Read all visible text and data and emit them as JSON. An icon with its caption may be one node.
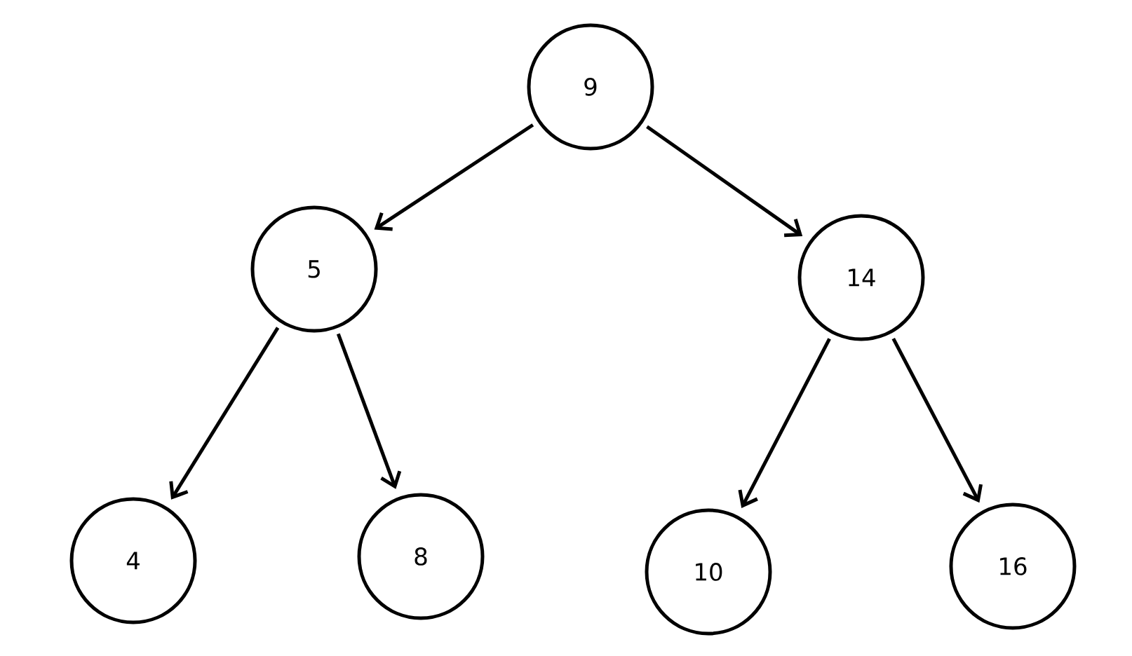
{
  "diagram": {
    "nodes": [
      {
        "text": [
          "9"
        ]
      },
      {
        "text": [
          "5"
        ]
      },
      {
        "text": [
          "14"
        ]
      },
      {
        "text": [
          "4"
        ]
      },
      {
        "text": [
          "8"
        ]
      },
      {
        "text": [
          "10"
        ]
      },
      {
        "text": [
          "16"
        ]
      }
    ],
    "edges": [
      {
        "from": 0,
        "to": 1,
        "arrow": "to"
      },
      {
        "from": 0,
        "to": 2,
        "arrow": "to"
      },
      {
        "from": 1,
        "to": 3,
        "arrow": "to"
      },
      {
        "from": 1,
        "to": 4,
        "arrow": "to"
      },
      {
        "from": 2,
        "to": 5,
        "arrow": "to"
      },
      {
        "from": 2,
        "to": 6,
        "arrow": "to"
      }
    ]
  }
}
